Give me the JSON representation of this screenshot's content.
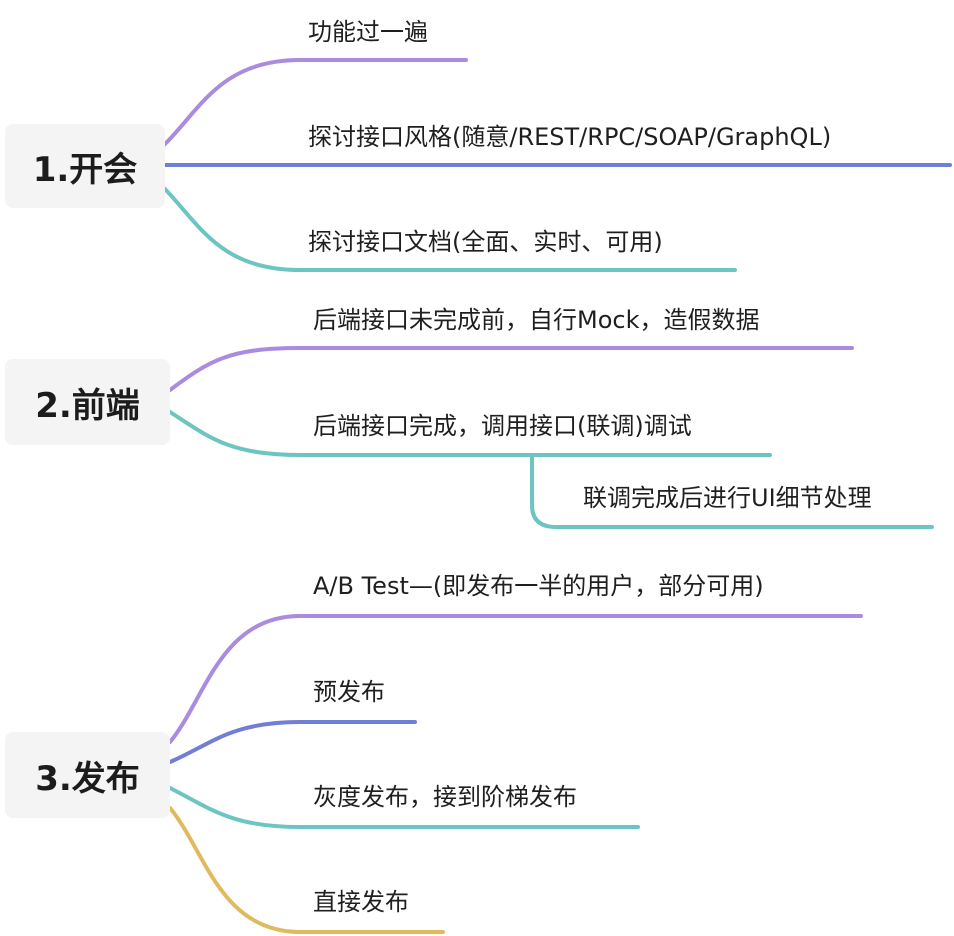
{
  "colors": {
    "purple": "#a98be0",
    "blue": "#6f7fd5",
    "teal": "#6cc5c2",
    "gold": "#dfba5f",
    "node_bg": "#f4f4f4"
  },
  "topics": [
    {
      "label": "1.开会",
      "branches": [
        {
          "label": "功能过一遍",
          "color": "purple"
        },
        {
          "label": "探讨接口风格(随意/REST/RPC/SOAP/GraphQL)",
          "color": "blue"
        },
        {
          "label": "探讨接口文档(全面、实时、可用)",
          "color": "teal"
        }
      ]
    },
    {
      "label": "2.前端",
      "branches": [
        {
          "label": "后端接口未完成前，自行Mock，造假数据",
          "color": "purple"
        },
        {
          "label": "后端接口完成，调用接口(联调)调试",
          "color": "teal",
          "children": [
            {
              "label": "联调完成后进行UI细节处理",
              "color": "teal"
            }
          ]
        }
      ]
    },
    {
      "label": "3.发布",
      "branches": [
        {
          "label": "A/B Test—(即发布一半的用户，部分可用)",
          "color": "purple"
        },
        {
          "label": "预发布",
          "color": "blue"
        },
        {
          "label": "灰度发布，接到阶梯发布",
          "color": "teal"
        },
        {
          "label": "直接发布",
          "color": "gold"
        }
      ]
    }
  ]
}
